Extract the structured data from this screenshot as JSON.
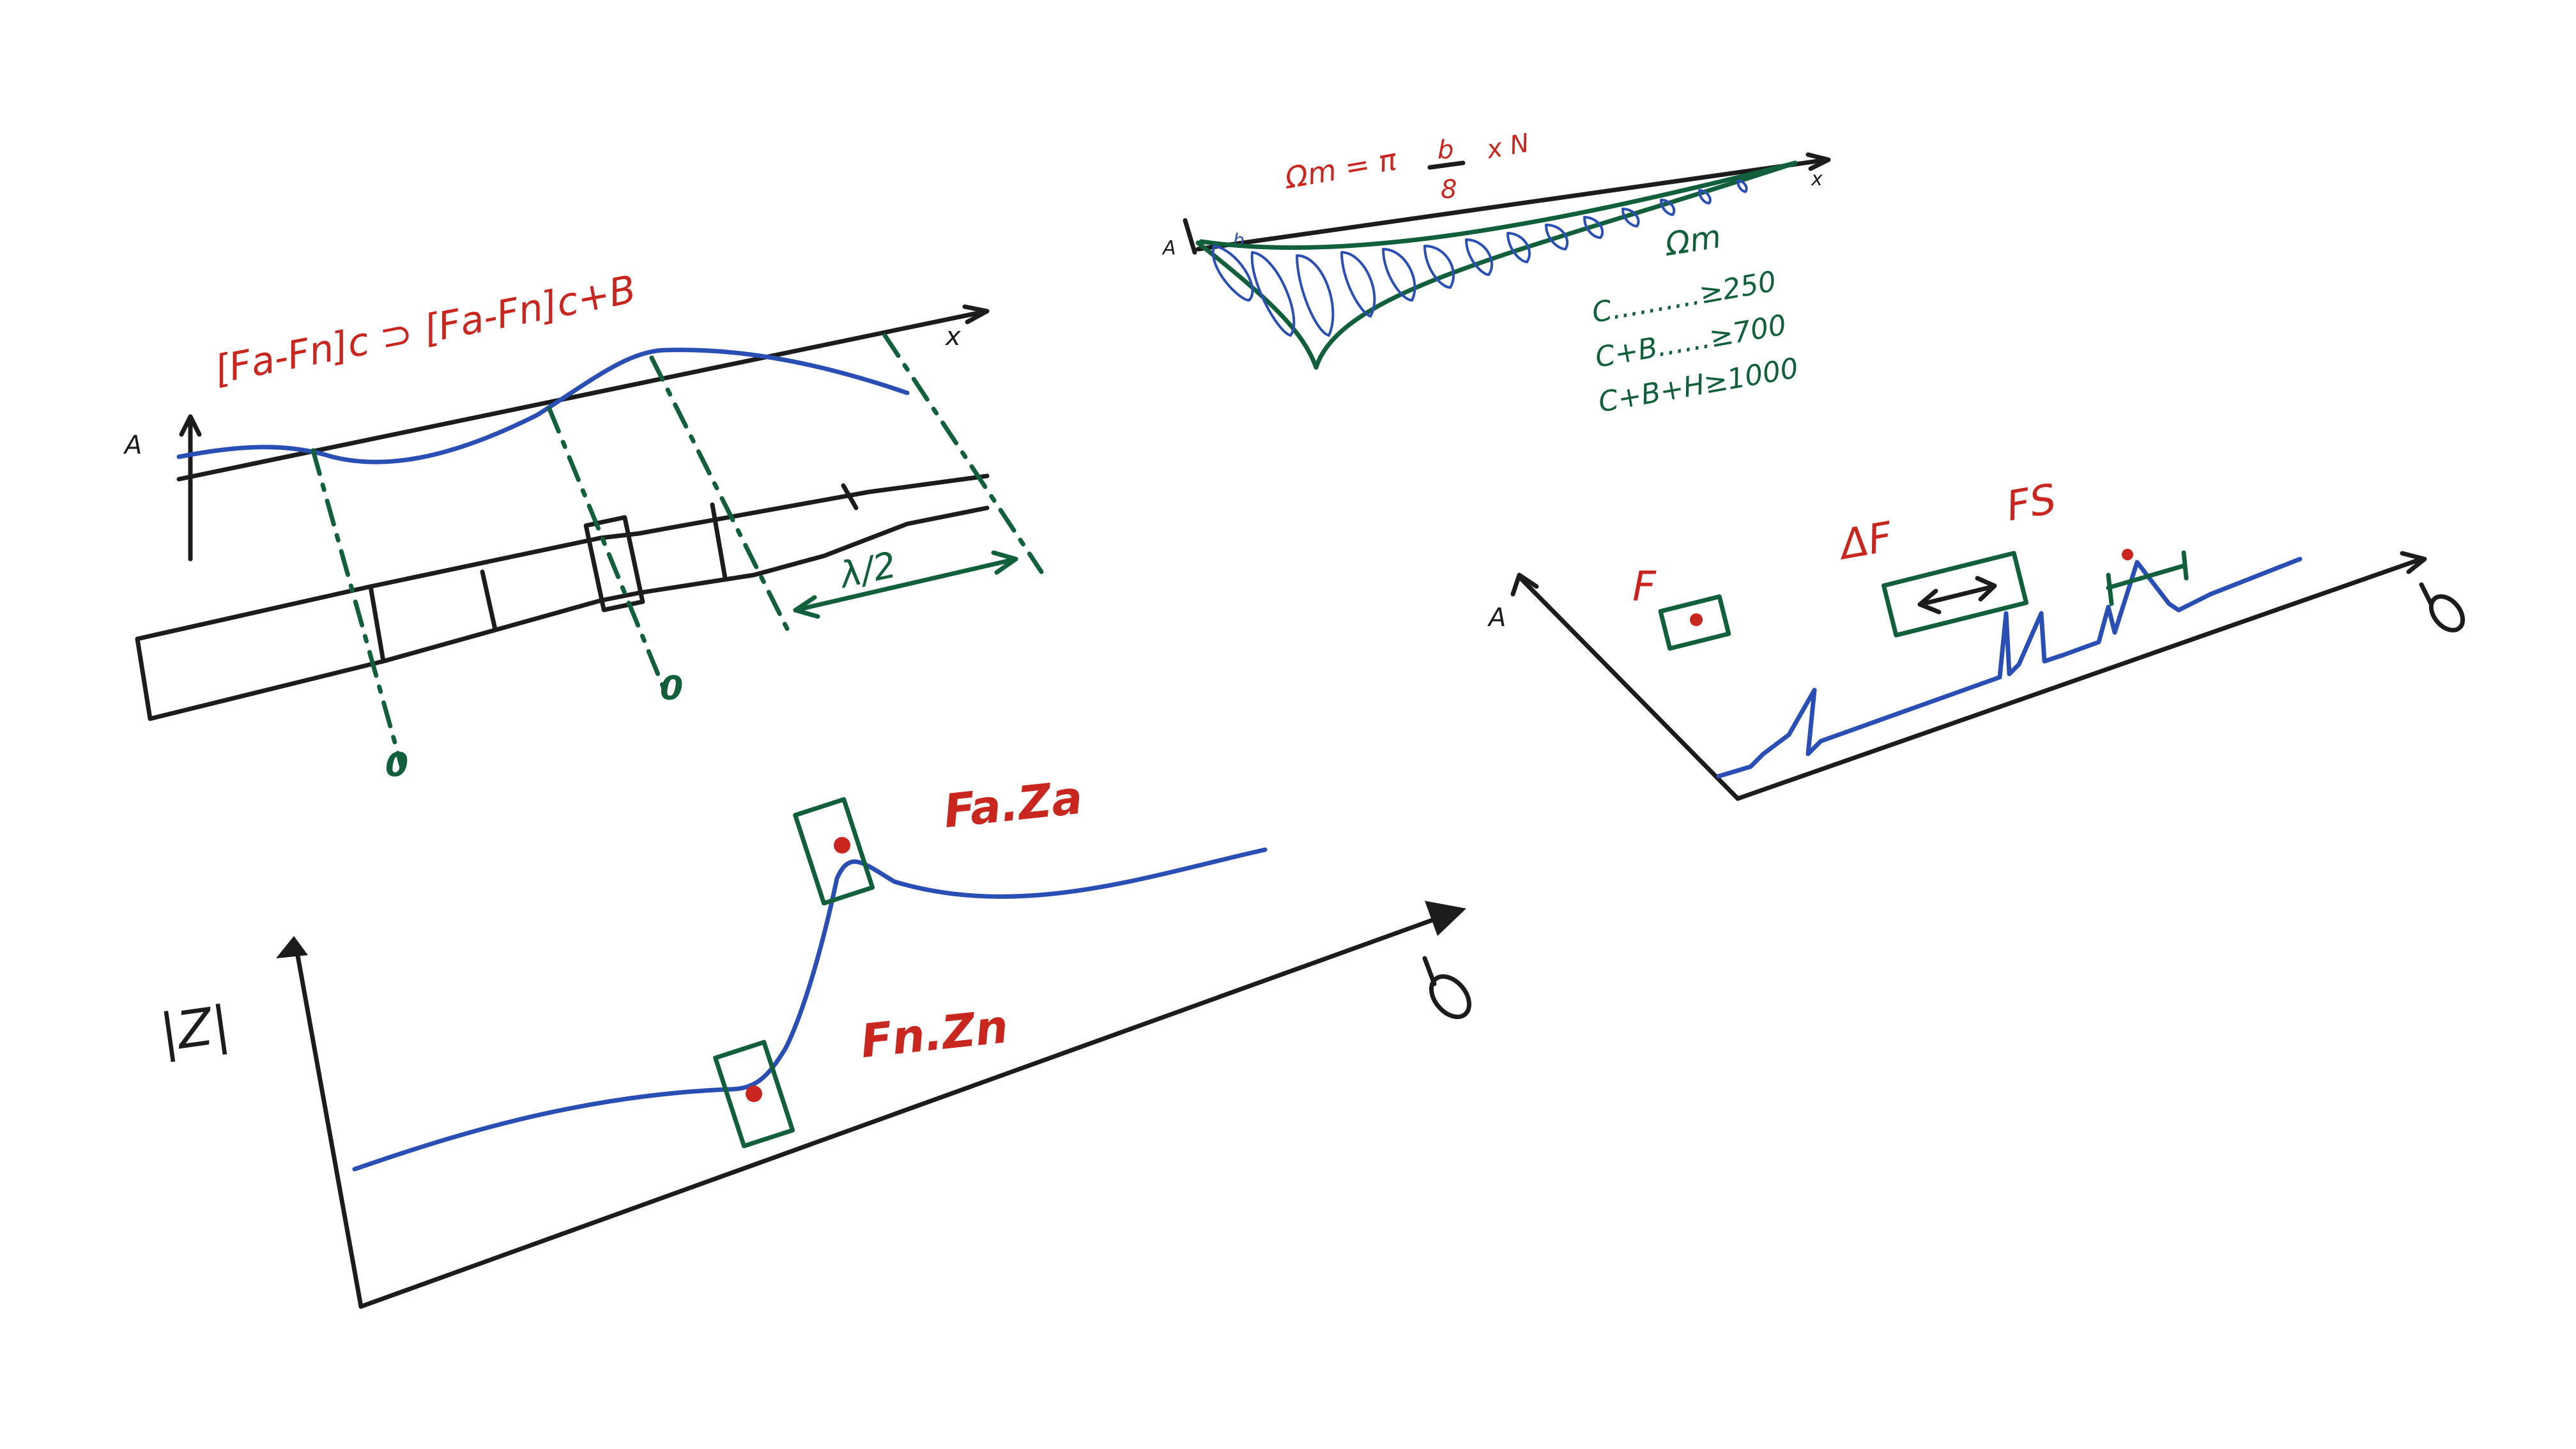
{
  "colors": {
    "paper": "#ffffff",
    "ink_black": "#1c1c1c",
    "ink_blue": "#2a4fb4",
    "ink_green": "#11603b",
    "ink_red": "#c8261e"
  },
  "shaft_sketch": {
    "formula": "[Fa-Fn]c ⊃ [Fa-Fn]c+B",
    "y_axis_label": "A",
    "x_axis_label": "x",
    "span_label": "λ/2",
    "node_marks": [
      "0",
      "0"
    ]
  },
  "envelope_sketch": {
    "formula_left": "Ωm = π",
    "formula_frac_num": "b",
    "formula_frac_den": "8",
    "formula_right": "x N",
    "y_axis_label": "A",
    "x_axis_label": "x",
    "corner_label": "b",
    "table_header": "Ωm",
    "table_rows": [
      "C..........≥250",
      "C+B......≥700",
      "C+B+H≥1000"
    ]
  },
  "spectrum_sketch": {
    "y_axis_label": "A",
    "x_axis_label": "f",
    "markers": [
      "F",
      "ΔF",
      "FS"
    ]
  },
  "impedance_sketch": {
    "y_axis_label": "|Z|",
    "x_axis_label": "f",
    "points": [
      "Fa.Za",
      "Fn.Zn"
    ]
  }
}
